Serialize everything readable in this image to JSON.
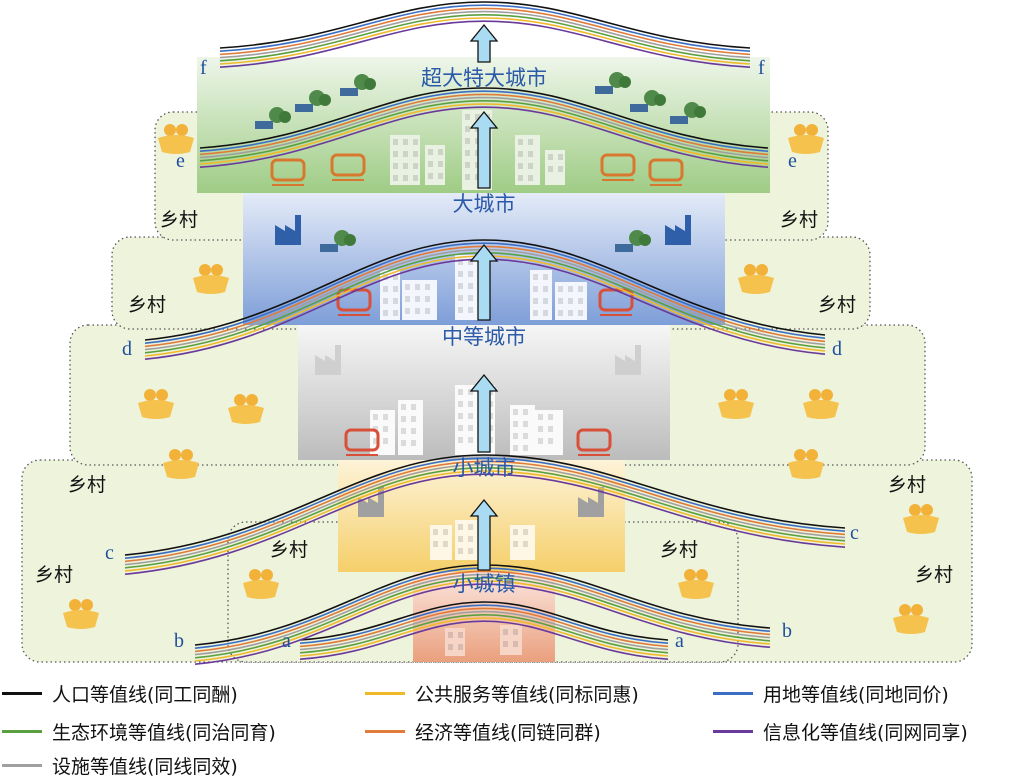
{
  "city_levels": [
    {
      "key": "super",
      "label": "超大特大城市"
    },
    {
      "key": "large",
      "label": "大城市"
    },
    {
      "key": "medium",
      "label": "中等城市"
    },
    {
      "key": "small",
      "label": "小城市"
    },
    {
      "key": "town",
      "label": "小城镇"
    }
  ],
  "rural_label": "乡村",
  "curve_letters": [
    "a",
    "b",
    "c",
    "d",
    "e",
    "f"
  ],
  "legend": [
    {
      "label": "人口等值线(同工同酬)",
      "color": "#111111"
    },
    {
      "label": "公共服务等值线(同标同惠)",
      "color": "#f0b92a"
    },
    {
      "label": "用地等值线(同地同价)",
      "color": "#3b6fc4"
    },
    {
      "label": "生态环境等值线(同治同育)",
      "color": "#5aa040"
    },
    {
      "label": "经济等值线(同链同群)",
      "color": "#e07b39"
    },
    {
      "label": "信息化等值线(同网同享)",
      "color": "#6a3a9a"
    },
    {
      "label": "设施等值线(同线同效)",
      "color": "#a0a0a0"
    }
  ],
  "line_order": [
    "#111111",
    "#3b6fc4",
    "#e07b39",
    "#a0a0a0",
    "#5aa040",
    "#f0b92a",
    "#6a3a9a"
  ]
}
